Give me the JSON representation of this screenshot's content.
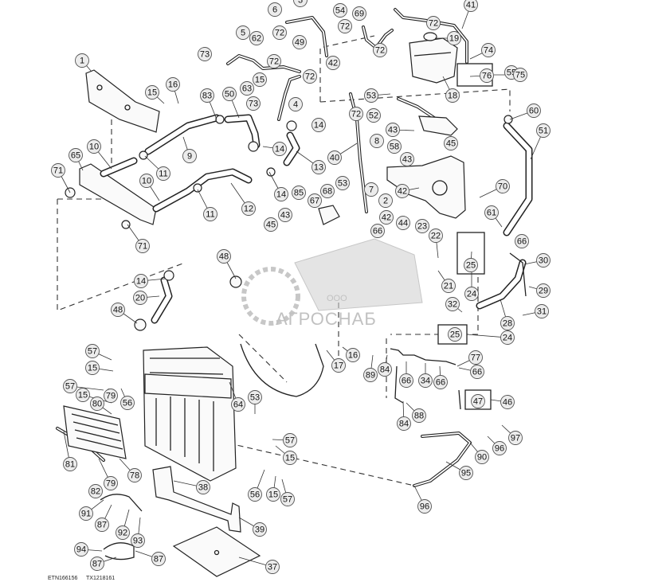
{
  "watermark": {
    "company_prefix": "ООО",
    "company_name": "АГРОСНАБ"
  },
  "footer": {
    "figure_id": "ETN166156",
    "revision_id": "TX1218161"
  },
  "callouts": [
    {
      "id": "c1",
      "label": "1"
    },
    {
      "id": "c2",
      "label": "2"
    },
    {
      "id": "c3",
      "label": "3"
    },
    {
      "id": "c4",
      "label": "4"
    },
    {
      "id": "c5",
      "label": "5"
    },
    {
      "id": "c6",
      "label": "6"
    },
    {
      "id": "c7",
      "label": "7"
    },
    {
      "id": "c8",
      "label": "8"
    },
    {
      "id": "c9",
      "label": "9"
    },
    {
      "id": "c10a",
      "label": "10"
    },
    {
      "id": "c10b",
      "label": "10"
    },
    {
      "id": "c11a",
      "label": "11"
    },
    {
      "id": "c11b",
      "label": "11"
    },
    {
      "id": "c12",
      "label": "12"
    },
    {
      "id": "c13",
      "label": "13"
    },
    {
      "id": "c14a",
      "label": "14"
    },
    {
      "id": "c14b",
      "label": "14"
    },
    {
      "id": "c14c",
      "label": "14"
    },
    {
      "id": "c14d",
      "label": "14"
    },
    {
      "id": "c15a",
      "label": "15"
    },
    {
      "id": "c15b",
      "label": "15"
    },
    {
      "id": "c15c",
      "label": "15"
    },
    {
      "id": "c15d",
      "label": "15"
    },
    {
      "id": "c15e",
      "label": "15"
    },
    {
      "id": "c15f",
      "label": "15"
    },
    {
      "id": "c16a",
      "label": "16"
    },
    {
      "id": "c16b",
      "label": "16"
    },
    {
      "id": "c17",
      "label": "17"
    },
    {
      "id": "c18",
      "label": "18"
    },
    {
      "id": "c19",
      "label": "19"
    },
    {
      "id": "c20",
      "label": "20"
    },
    {
      "id": "c21",
      "label": "21"
    },
    {
      "id": "c22",
      "label": "22"
    },
    {
      "id": "c23",
      "label": "23"
    },
    {
      "id": "c24a",
      "label": "24"
    },
    {
      "id": "c24b",
      "label": "24"
    },
    {
      "id": "c25a",
      "label": "25"
    },
    {
      "id": "c25b",
      "label": "25"
    },
    {
      "id": "c28",
      "label": "28"
    },
    {
      "id": "c29",
      "label": "29"
    },
    {
      "id": "c30",
      "label": "30"
    },
    {
      "id": "c31",
      "label": "31"
    },
    {
      "id": "c32",
      "label": "32"
    },
    {
      "id": "c34",
      "label": "34"
    },
    {
      "id": "c37",
      "label": "37"
    },
    {
      "id": "c38",
      "label": "38"
    },
    {
      "id": "c39",
      "label": "39"
    },
    {
      "id": "c40",
      "label": "40"
    },
    {
      "id": "c41",
      "label": "41"
    },
    {
      "id": "c42a",
      "label": "42"
    },
    {
      "id": "c42b",
      "label": "42"
    },
    {
      "id": "c42c",
      "label": "42"
    },
    {
      "id": "c43a",
      "label": "43"
    },
    {
      "id": "c43b",
      "label": "43"
    },
    {
      "id": "c43c",
      "label": "43"
    },
    {
      "id": "c44",
      "label": "44"
    },
    {
      "id": "c45a",
      "label": "45"
    },
    {
      "id": "c45b",
      "label": "45"
    },
    {
      "id": "c46",
      "label": "46"
    },
    {
      "id": "c47",
      "label": "47"
    },
    {
      "id": "c48a",
      "label": "48"
    },
    {
      "id": "c48b",
      "label": "48"
    },
    {
      "id": "c49",
      "label": "49"
    },
    {
      "id": "c50",
      "label": "50"
    },
    {
      "id": "c51",
      "label": "51"
    },
    {
      "id": "c52",
      "label": "52"
    },
    {
      "id": "c53a",
      "label": "53"
    },
    {
      "id": "c53b",
      "label": "53"
    },
    {
      "id": "c53c",
      "label": "53"
    },
    {
      "id": "c54",
      "label": "54"
    },
    {
      "id": "c55",
      "label": "55"
    },
    {
      "id": "c56a",
      "label": "56"
    },
    {
      "id": "c56b",
      "label": "56"
    },
    {
      "id": "c57a",
      "label": "57"
    },
    {
      "id": "c57b",
      "label": "57"
    },
    {
      "id": "c57c",
      "label": "57"
    },
    {
      "id": "c57d",
      "label": "57"
    },
    {
      "id": "c58",
      "label": "58"
    },
    {
      "id": "c60",
      "label": "60"
    },
    {
      "id": "c61",
      "label": "61"
    },
    {
      "id": "c62",
      "label": "62"
    },
    {
      "id": "c63",
      "label": "63"
    },
    {
      "id": "c64",
      "label": "64"
    },
    {
      "id": "c65",
      "label": "65"
    },
    {
      "id": "c66a",
      "label": "66"
    },
    {
      "id": "c66b",
      "label": "66"
    },
    {
      "id": "c66c",
      "label": "66"
    },
    {
      "id": "c66d",
      "label": "66"
    },
    {
      "id": "c66e",
      "label": "66"
    },
    {
      "id": "c67",
      "label": "67"
    },
    {
      "id": "c68",
      "label": "68"
    },
    {
      "id": "c69",
      "label": "69"
    },
    {
      "id": "c70",
      "label": "70"
    },
    {
      "id": "c71a",
      "label": "71"
    },
    {
      "id": "c71b",
      "label": "71"
    },
    {
      "id": "c72a",
      "label": "72"
    },
    {
      "id": "c72b",
      "label": "72"
    },
    {
      "id": "c72c",
      "label": "72"
    },
    {
      "id": "c72d",
      "label": "72"
    },
    {
      "id": "c72e",
      "label": "72"
    },
    {
      "id": "c72f",
      "label": "72"
    },
    {
      "id": "c72g",
      "label": "72"
    },
    {
      "id": "c73a",
      "label": "73"
    },
    {
      "id": "c73b",
      "label": "73"
    },
    {
      "id": "c74",
      "label": "74"
    },
    {
      "id": "c75",
      "label": "75"
    },
    {
      "id": "c76",
      "label": "76"
    },
    {
      "id": "c77",
      "label": "77"
    },
    {
      "id": "c78",
      "label": "78"
    },
    {
      "id": "c79a",
      "label": "79"
    },
    {
      "id": "c79b",
      "label": "79"
    },
    {
      "id": "c80",
      "label": "80"
    },
    {
      "id": "c81",
      "label": "81"
    },
    {
      "id": "c82",
      "label": "82"
    },
    {
      "id": "c83",
      "label": "83"
    },
    {
      "id": "c84a",
      "label": "84"
    },
    {
      "id": "c84b",
      "label": "84"
    },
    {
      "id": "c85",
      "label": "85"
    },
    {
      "id": "c87a",
      "label": "87"
    },
    {
      "id": "c87b",
      "label": "87"
    },
    {
      "id": "c87c",
      "label": "87"
    },
    {
      "id": "c88",
      "label": "88"
    },
    {
      "id": "c89",
      "label": "89"
    },
    {
      "id": "c90",
      "label": "90"
    },
    {
      "id": "c91",
      "label": "91"
    },
    {
      "id": "c92",
      "label": "92"
    },
    {
      "id": "c93",
      "label": "93"
    },
    {
      "id": "c94",
      "label": "94"
    },
    {
      "id": "c95",
      "label": "95"
    },
    {
      "id": "c96a",
      "label": "96"
    },
    {
      "id": "c96b",
      "label": "96"
    },
    {
      "id": "c97",
      "label": "97"
    }
  ]
}
